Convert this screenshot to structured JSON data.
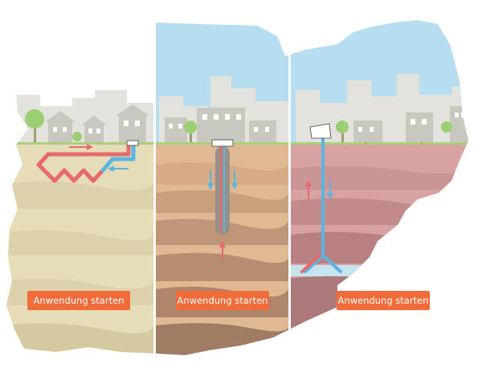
{
  "colors": {
    "accent": "#f26b3a",
    "hot_pipe": "#e8696b",
    "cold_pipe": "#58b6e3",
    "sky": "#b7ddf0"
  },
  "icons": [
    "tree-icon",
    "house-icon",
    "heat-pump-icon"
  ],
  "panels": [
    {
      "id": "horizontal-collector",
      "button_label": "Anwendung starten"
    },
    {
      "id": "borehole-probe",
      "button_label": "Anwendung starten"
    },
    {
      "id": "groundwater-well",
      "button_label": "Anwendung starten"
    }
  ]
}
